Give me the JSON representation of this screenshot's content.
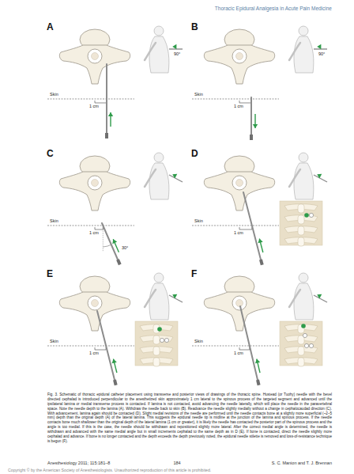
{
  "diagram": {
    "title": "Thoracic Epidural Analgesia in Acute Pain Medicine",
    "caption": "Fig. 3. Schematic of thoracic epidural catheter placement using transverse and posterior views of drawings of the thoracic spine. Hustead (or Tuohy) needle with the bevel directed cephalad is introduced perpendicular to the anesthetized skin approximately 1 cm lateral to the spinous process of the targeted segment and advanced until the ipsilateral lamina or medial transverse process is contacted. If lamina is not contacted, avoid advancing the needle laterally, which will place the needle in the paravertebral space. Note the needle depth to the lamina (A). Withdraw the needle back to skin (B). Readvance the needle slightly medially without a change in cephalocaudad direction (C). With advancement, lamina again should be contacted (D). Slight medial revisions of the needle are performed until the needle contacts bone at a slightly more superficial (~2–5 mm) depth than the original depth (A) of the lateral lamina. This suggests the epidural needle tip is midline at the junction of the lamina and spinous process. If the needle contacts bone much shallower than the original depth of the lateral lamina (1 cm or greater), it is likely the needle has contacted the posterior part of the spinous process and the angle is too medial. If this is the case, the needle should be withdrawn and repositioned slightly more lateral. After the correct medial angle is determined, the needle is withdrawn and advanced with the same medial angle but in small increments cephalad to the same depth as in D (E). If bone is contacted, direct the needle slightly more cephalad and advance. If bone is no longer contacted and the depth exceeds the depth previously noted, the epidural needle stilette is removed and loss-of-resistance technique is begun (F).",
    "labels": [
      "A",
      "90°",
      "Skin",
      "1 cm",
      "B",
      "90°",
      "Skin",
      "1 cm",
      "C",
      "Skin",
      "1 cm",
      "30°",
      "D",
      "Skin",
      "1 cm",
      "E",
      "Skin",
      "1 cm",
      "F",
      "Skin",
      "1 cm",
      "Anesthesiology 2011; 115:181–8",
      "184",
      "S. C. Manion and T. J. Brennan",
      "Copyright © by the American Society of Anesthesiologists. Unauthorized reproduction of this article is prohibited."
    ]
  }
}
